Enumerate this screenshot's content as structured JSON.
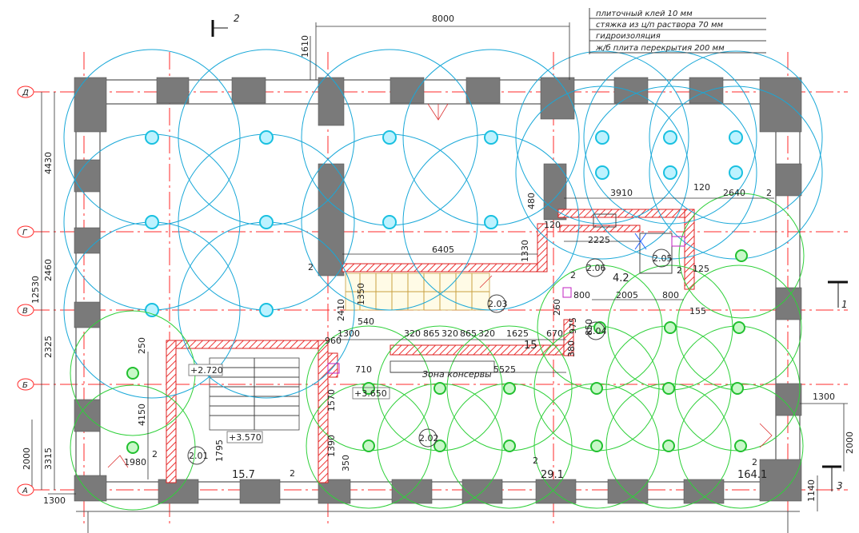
{
  "notes": [
    "плиточный клей 10 мм",
    "стяжка из ц/п раствора 70 мм",
    "гидроизоляция",
    "ж/б плита перекрытия 200 мм"
  ],
  "axes": {
    "д": "Д",
    "g": "Г",
    "v": "В",
    "b": "Б",
    "a": "А"
  },
  "section_marks": {
    "s2": "2",
    "s1": "1",
    "s3": "3"
  },
  "dimensions": {
    "top_8000": "8000",
    "top_1610": "1610",
    "left_12530": "12530",
    "left_4430": "4430",
    "left_2460": "2460",
    "left_2325": "2325",
    "left_3315": "3315",
    "left_2000": "2000",
    "bottom_1300": "1300",
    "d3910": "3910",
    "d120a": "120",
    "d2640": "2640",
    "d2a": "2",
    "d480": "480",
    "d120b": "120",
    "d2225": "2225",
    "d1330": "1330",
    "d6405": "6405",
    "d2b": "2",
    "d2c": "2",
    "d125": "125",
    "d2d": "2",
    "d800a": "800",
    "d2005": "2005",
    "d800b": "800",
    "d155": "155",
    "d2410": "2410",
    "d1350": "1350",
    "d250": "250",
    "d540": "540",
    "d1300": "1300",
    "d320a": "320",
    "d865a": "865",
    "d320b": "320",
    "d865b": "865",
    "d320c": "320",
    "d1625": "1625",
    "d670": "670",
    "d975": "975",
    "d850": "850",
    "d260": "260",
    "d380": "380",
    "d960": "960",
    "d710": "710",
    "d5525": "5525",
    "d4150": "4150",
    "d1570": "1570",
    "d1795": "1795",
    "d1390": "1390",
    "d350": "350",
    "d1980": "1980",
    "d2e": "2",
    "d2f": "2",
    "d2g": "2",
    "d2h": "2",
    "r1300": "1300",
    "r2000": "2000",
    "r1140": "1140"
  },
  "rooms": {
    "r201": "2.01",
    "r202": "2.02",
    "r203": "2.03",
    "r204": "2.04",
    "r205": "2.05",
    "r206": "2.06",
    "area_157": "15.7",
    "area_291": "29.1",
    "area_1641": "164.1",
    "area_42": "4.2",
    "area_15": "15",
    "zone": "Зона консервы"
  },
  "levels": {
    "l1": "+2.720",
    "l2": "+3.570",
    "l3": "+3.650"
  }
}
